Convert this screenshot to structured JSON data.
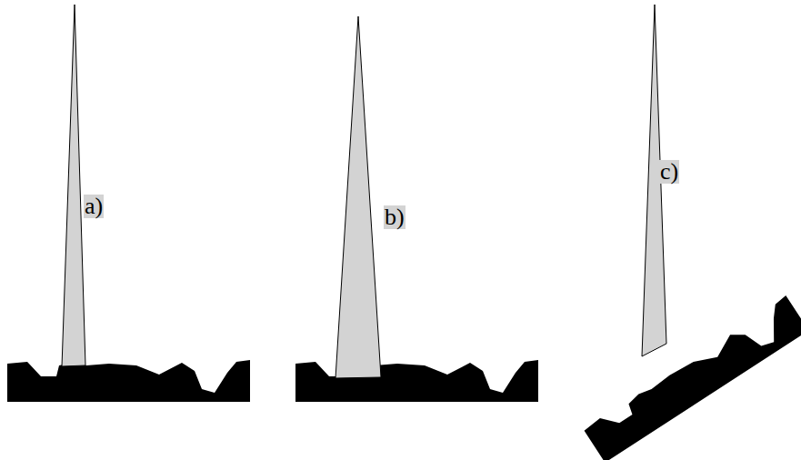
{
  "diagram": {
    "labels": [
      "a)",
      "b)",
      "c)"
    ]
  }
}
